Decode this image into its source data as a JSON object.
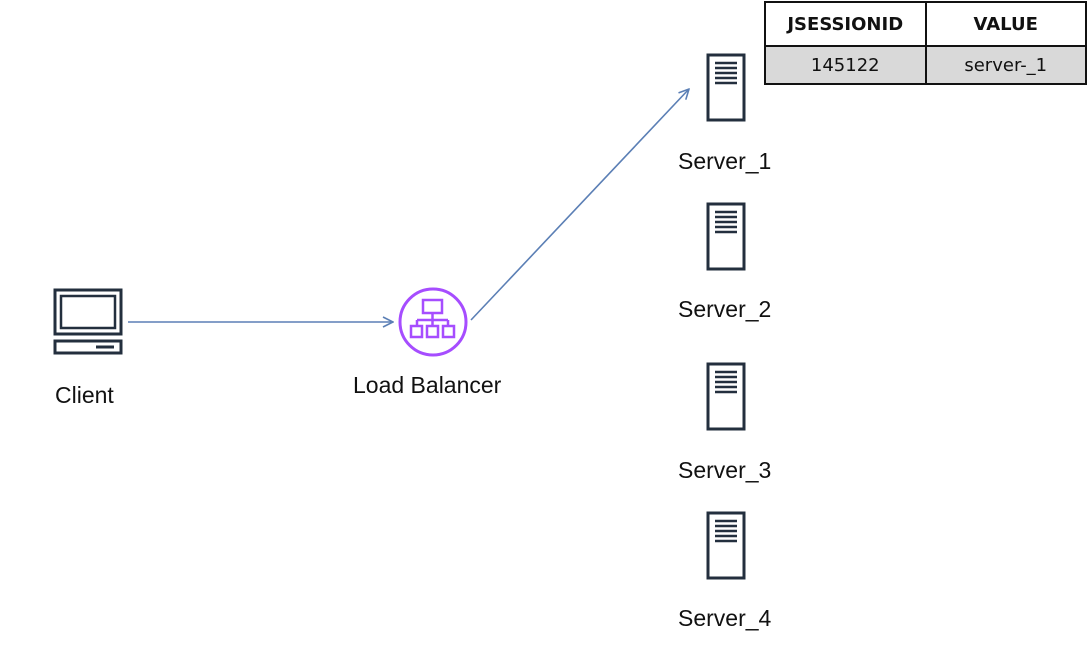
{
  "nodes": {
    "client": {
      "label": "Client"
    },
    "load_balancer": {
      "label": "Load Balancer"
    },
    "servers": [
      {
        "label": "Server_1"
      },
      {
        "label": "Server_2"
      },
      {
        "label": "Server_3"
      },
      {
        "label": "Server_4"
      }
    ]
  },
  "session_table": {
    "headers": [
      "JSESSIONID",
      "VALUE"
    ],
    "rows": [
      [
        "145122",
        "server-_1"
      ]
    ]
  },
  "edges": [
    {
      "from": "client",
      "to": "load_balancer"
    },
    {
      "from": "load_balancer",
      "to": "server_1"
    }
  ],
  "colors": {
    "arrow": "#5b7fb5",
    "load_balancer": "#a64dff",
    "icon_stroke": "#232f3e",
    "table_row_fill": "#d9d9d9"
  }
}
